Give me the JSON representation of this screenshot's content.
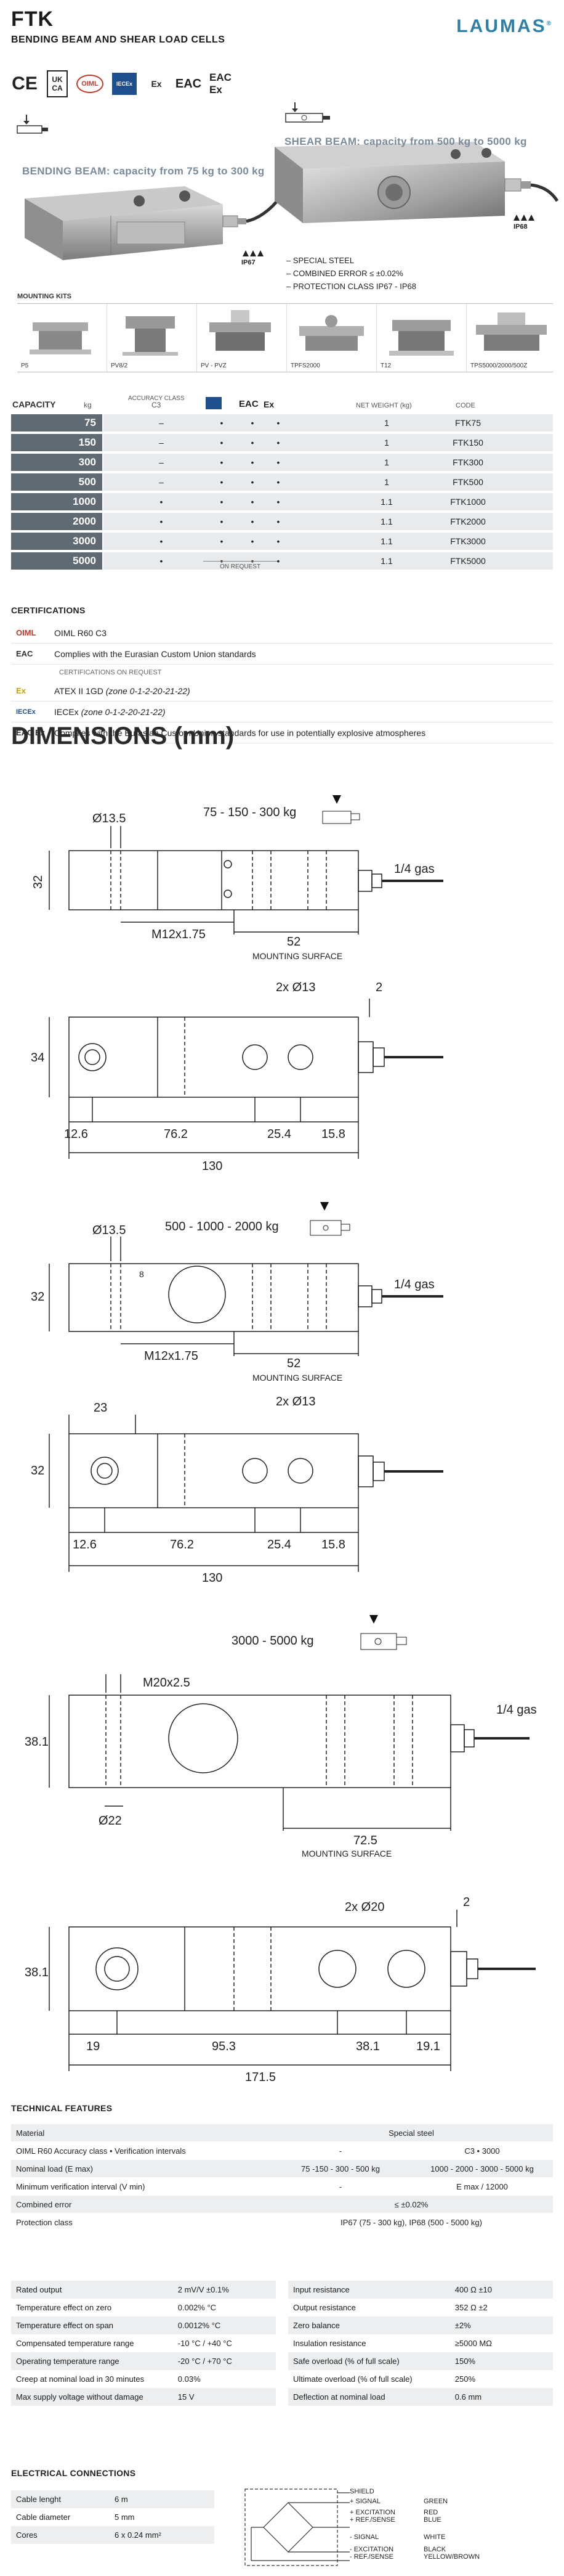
{
  "header": {
    "model": "FTK",
    "subtitle": "BENDING BEAM AND SHEAR LOAD CELLS",
    "brand": "LAUMAS",
    "brand_mark": "®"
  },
  "cert_icons": [
    "CE",
    "UK CA",
    "OIML",
    "IECEx",
    "Ex",
    "EAC",
    "EAC Ex"
  ],
  "hero": {
    "bending_label": "BENDING BEAM: capacity from 75 kg to 300 kg",
    "shear_label": "SHEAR BEAM: capacity from 500 kg to 5000 kg",
    "ip_bending": "IP67",
    "ip_shear": "IP68",
    "features": [
      "SPECIAL STEEL",
      "COMBINED ERROR ≤ ±0.02%",
      "PROTECTION CLASS IP67 - IP68"
    ]
  },
  "mounting_kits": {
    "title": "MOUNTING KITS",
    "items": [
      "P5",
      "PV8/2",
      "PV - PVZ",
      "TPFS2000",
      "T12",
      "TPS5000/2000/500Z"
    ]
  },
  "capacity_table": {
    "headers": {
      "capacity": "CAPACITY",
      "unit": "kg",
      "accuracy": "ACCURACY CLASS",
      "accuracy_sub": "C3",
      "net_weight": "NET WEIGHT (kg)",
      "code": "CODE"
    },
    "rows": [
      {
        "cap": "75",
        "c3": "–",
        "a": "•",
        "b": "•",
        "c": "•",
        "weight": "1",
        "code": "FTK75"
      },
      {
        "cap": "150",
        "c3": "–",
        "a": "•",
        "b": "•",
        "c": "•",
        "weight": "1",
        "code": "FTK150"
      },
      {
        "cap": "300",
        "c3": "–",
        "a": "•",
        "b": "•",
        "c": "•",
        "weight": "1",
        "code": "FTK300"
      },
      {
        "cap": "500",
        "c3": "–",
        "a": "•",
        "b": "•",
        "c": "•",
        "weight": "1",
        "code": "FTK500"
      },
      {
        "cap": "1000",
        "c3": "•",
        "a": "•",
        "b": "•",
        "c": "•",
        "weight": "1.1",
        "code": "FTK1000"
      },
      {
        "cap": "2000",
        "c3": "•",
        "a": "•",
        "b": "•",
        "c": "•",
        "weight": "1.1",
        "code": "FTK2000"
      },
      {
        "cap": "3000",
        "c3": "•",
        "a": "•",
        "b": "•",
        "c": "•",
        "weight": "1.1",
        "code": "FTK3000"
      },
      {
        "cap": "5000",
        "c3": "•",
        "a": "•",
        "b": "•",
        "c": "•",
        "weight": "1.1",
        "code": "FTK5000"
      }
    ],
    "on_request": "ON REQUEST"
  },
  "certifications": {
    "title": "CERTIFICATIONS",
    "items": [
      {
        "icon": "OIML",
        "text": "OIML R60 C3"
      },
      {
        "icon": "EAC",
        "text": "Complies with the Eurasian Custom Union standards"
      }
    ],
    "on_request_title": "CERTIFICATIONS ON REQUEST",
    "on_request_items": [
      {
        "icon": "Ex",
        "text": "ATEX II 1GD",
        "note": "(zone 0-1-2-20-21-22)"
      },
      {
        "icon": "IECEx",
        "text": "IECEx",
        "note": "(zone 0-1-2-20-21-22)"
      },
      {
        "icon": "EAC Ex",
        "text": "Complies with the Eurasian Custom Union standards for use in potentially explosive atmospheres",
        "note": ""
      }
    ]
  },
  "dimensions": {
    "title": "DIMENSIONS (mm)",
    "drawing1": {
      "range": "75 - 150 - 300 kg",
      "hole": "Ø13.5",
      "height": "32",
      "thread": "M12x1.75",
      "length_right": "52",
      "mounting": "MOUNTING SURFACE",
      "gas": "1/4 gas",
      "holes_top": "2x Ø13",
      "gap": "2",
      "width": "34",
      "d1": "12.6",
      "d2": "76.2",
      "d3": "25.4",
      "d4": "15.8",
      "total": "130"
    },
    "drawing2": {
      "range": "500 - 1000 - 2000 kg",
      "hole": "Ø13.5",
      "height": "32",
      "inner": "8",
      "thread": "M12x1.75",
      "length_right": "52",
      "mounting": "MOUNTING SURFACE",
      "gas": "1/4 gas",
      "top_w": "23",
      "holes_top": "2x Ø13",
      "width": "32",
      "d1": "12.6",
      "d2": "76.2",
      "d3": "25.4",
      "d4": "15.8",
      "total": "130"
    },
    "drawing3": {
      "range": "3000 - 5000 kg",
      "thread": "M20x2.5",
      "height": "38.1",
      "gas": "1/4 gas",
      "hole": "Ø22",
      "length_right": "72.5",
      "mounting": "MOUNTING SURFACE",
      "holes_top": "2x Ø20",
      "gap": "2",
      "width": "38.1",
      "d1": "19",
      "d2": "95.3",
      "d3": "38.1",
      "d4": "19.1",
      "total": "171.5"
    }
  },
  "technical": {
    "title": "TECHNICAL FEATURES",
    "rows": [
      {
        "label": "Material",
        "full": "Special steel"
      },
      {
        "label": "OIML R60 Accuracy class • Verification intervals",
        "m": "-",
        "r": "C3 • 3000"
      },
      {
        "label": "Nominal load (E max)",
        "m": "75 -150 - 300 - 500  kg",
        "r": "1000 - 2000 - 3000 - 5000 kg"
      },
      {
        "label": "Minimum verification interval (V min)",
        "m": "-",
        "r": "E max / 12000"
      },
      {
        "label": "Combined error",
        "full": "≤ ±0.02%"
      },
      {
        "label": "Protection class",
        "full": "IP67 (75 - 300 kg), IP68 (500 - 5000 kg)"
      }
    ],
    "specs_left": [
      {
        "k": "Rated output",
        "v": "2 mV/V ±0.1%"
      },
      {
        "k": "Temperature effect on zero",
        "v": "0.002% °C"
      },
      {
        "k": "Temperature effect on span",
        "v": "0.0012% °C"
      },
      {
        "k": "Compensated temperature range",
        "v": "-10 °C / +40 °C"
      },
      {
        "k": "Operating temperature range",
        "v": "-20 °C / +70 °C"
      },
      {
        "k": "Creep at nominal load in 30 minutes",
        "v": "0.03%"
      },
      {
        "k": "Max supply voltage without damage",
        "v": "15 V"
      }
    ],
    "specs_right": [
      {
        "k": "Input resistance",
        "v": "400 Ω ±10"
      },
      {
        "k": "Output resistance",
        "v": "352 Ω ±2"
      },
      {
        "k": "Zero balance",
        "v": "±2%"
      },
      {
        "k": "Insulation resistance",
        "v": "≥5000 MΩ"
      },
      {
        "k": "Safe overload (% of full scale)",
        "v": "150%"
      },
      {
        "k": "Ultimate overload (% of full scale)",
        "v": "250%"
      },
      {
        "k": "Deflection at nominal load",
        "v": "0.6 mm"
      }
    ]
  },
  "electrical": {
    "title": "ELECTRICAL CONNECTIONS",
    "rows": [
      {
        "k": "Cable lenght",
        "v": "6 m"
      },
      {
        "k": "Cable diameter",
        "v": "5 mm"
      },
      {
        "k": "Cores",
        "v": "6 x 0.24 mm²"
      }
    ],
    "wiring": [
      {
        "name": "SHIELD",
        "color": ""
      },
      {
        "name": "+ SIGNAL",
        "color": "GREEN"
      },
      {
        "name": "+ EXCITATION\n+ REF./SENSE",
        "color": "RED\nBLUE"
      },
      {
        "name": "- SIGNAL",
        "color": "WHITE"
      },
      {
        "name": "- EXCITATION\n- REF./SENSE",
        "color": "BLACK\nYELLOW/BROWN"
      }
    ]
  },
  "colors": {
    "brand": "#2f7fa6",
    "cap_cell": "#606a73",
    "stripe": "#e8eaec",
    "ip_badge": "#222222"
  }
}
